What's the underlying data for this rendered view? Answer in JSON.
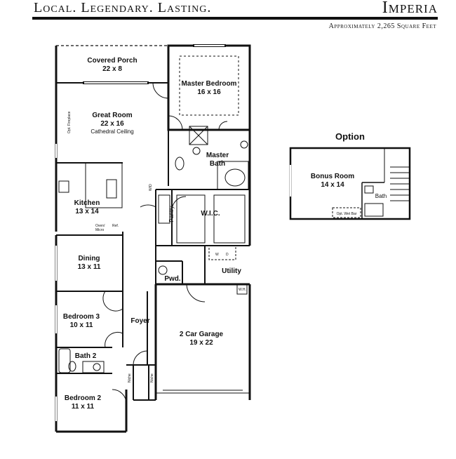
{
  "header": {
    "tagline": "Local. Legendary. Lasting.",
    "plan_name": "Imperia",
    "square_feet": "Approximately 2,265 Square Feet"
  },
  "rooms": {
    "covered_porch": {
      "name": "Covered Porch",
      "dims": "22 x 8"
    },
    "master_bedroom": {
      "name": "Master Bedroom",
      "dims": "16 x 16"
    },
    "great_room": {
      "name": "Great Room",
      "dims": "22 x 16",
      "note": "Cathedral Ceiling"
    },
    "master_bath": {
      "name": "Master",
      "name2": "Bath"
    },
    "kitchen": {
      "name": "Kitchen",
      "dims": "13 x 14"
    },
    "pantry": {
      "name": "Pantry"
    },
    "wic": {
      "name": "W.I.C."
    },
    "dining": {
      "name": "Dining",
      "dims": "13 x 11"
    },
    "utility": {
      "name": "Utility"
    },
    "powder": {
      "name": "Pwd."
    },
    "bedroom3": {
      "name": "Bedroom 3",
      "dims": "10 x 11"
    },
    "foyer": {
      "name": "Foyer"
    },
    "garage": {
      "name": "2 Car Garage",
      "dims": "19 x 22"
    },
    "bath2": {
      "name": "Bath 2"
    },
    "bedroom2": {
      "name": "Bedroom 2",
      "dims": "11 x 11"
    }
  },
  "small_labels": {
    "fireplace": "Opt. Fireplace",
    "ovenmicro1": "Oven/",
    "ovenmicro2": "Micro",
    "ref": "Ref.",
    "wd": "W/D",
    "w": "W",
    "d": "D",
    "wh": "W.H.",
    "niche": "Niche"
  },
  "option": {
    "title": "Option",
    "bonus_room": {
      "name": "Bonus Room",
      "dims": "14 x 14"
    },
    "bath": "Bath",
    "wet_bar": "Opt. Wet Bar"
  }
}
